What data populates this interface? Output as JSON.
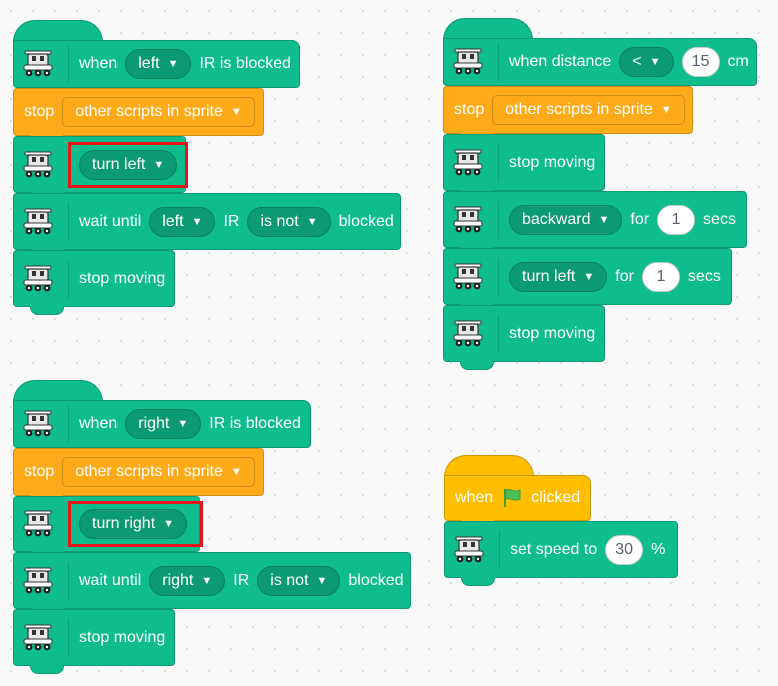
{
  "script1": {
    "hat": {
      "when": "when",
      "side": "left",
      "suffix": "IR is blocked"
    },
    "stop": {
      "label": "stop",
      "option": "other scripts in sprite"
    },
    "turn": {
      "option": "turn left"
    },
    "wait": {
      "prefix": "wait until",
      "side": "left",
      "ir": "IR",
      "cond": "is not",
      "suffix": "blocked"
    },
    "stopmoving": {
      "label": "stop moving"
    }
  },
  "script2": {
    "hat": {
      "when": "when",
      "side": "right",
      "suffix": "IR is blocked"
    },
    "stop": {
      "label": "stop",
      "option": "other scripts in sprite"
    },
    "turn": {
      "option": "turn right"
    },
    "wait": {
      "prefix": "wait until",
      "side": "right",
      "ir": "IR",
      "cond": "is not",
      "suffix": "blocked"
    },
    "stopmoving": {
      "label": "stop moving"
    }
  },
  "script3": {
    "hat": {
      "prefix": "when distance",
      "op": "<",
      "value": "15",
      "unit": "cm"
    },
    "stop": {
      "label": "stop",
      "option": "other scripts in sprite"
    },
    "stopmoving1": {
      "label": "stop moving"
    },
    "backward": {
      "option": "backward",
      "for": "for",
      "value": "1",
      "unit": "secs"
    },
    "turnleft": {
      "option": "turn left",
      "for": "for",
      "value": "1",
      "unit": "secs"
    },
    "stopmoving2": {
      "label": "stop moving"
    }
  },
  "script4": {
    "hat": {
      "when": "when",
      "suffix": "clicked"
    },
    "speed": {
      "label": "set speed to",
      "value": "30",
      "unit": "%"
    }
  },
  "colors": {
    "motion": "#0fbd8c",
    "control": "#ffab19",
    "events": "#ffbf00",
    "highlight": "#e3151a"
  },
  "icons": {
    "robot": "robot-car-icon",
    "flag": "green-flag-icon",
    "caret": "caret-down-icon"
  }
}
